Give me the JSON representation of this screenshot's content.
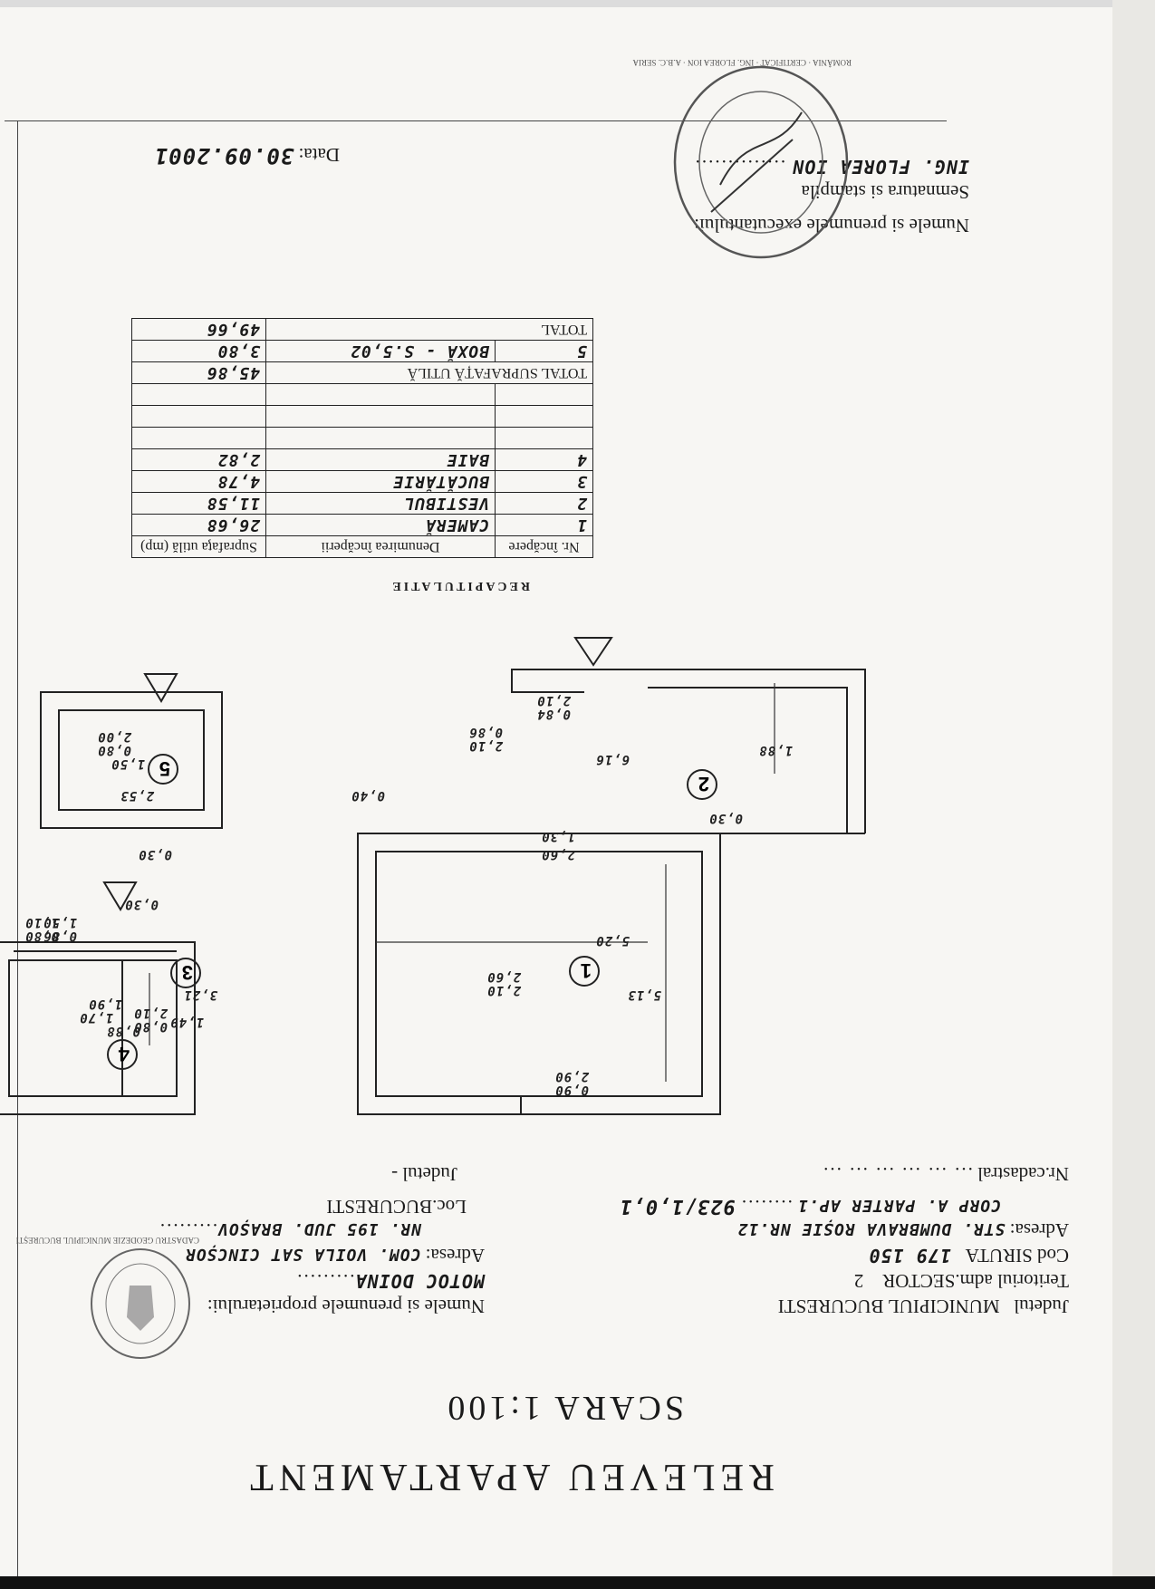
{
  "title": "RELEVEU APARTAMENT",
  "scale": "SCARA 1:100",
  "header": {
    "judet_label": "Judetul",
    "judet_value": "MUNICIPIUL BUCURESTI",
    "teritoriu_label": "Teritoriul adm.SECTOR",
    "teritoriu_value": "2",
    "siruta_label": "Cod SIRUTA",
    "siruta_value": "179 150",
    "adresa_label": "Adresa:",
    "adresa_line1": "STR. DUMBRAVA ROȘIE NR.12",
    "adresa_line2": "CORP A. PARTER AP.1",
    "adresa_line2_extra": "923/1,0,1",
    "loc_label": "Loc.BUCURESTI",
    "nr_cadastral_label": "Nr.cadastral",
    "judetul_label": "Judetul -",
    "proprietar_label": "Numele si prenumele proprietarului:",
    "proprietar_value": "MOTOC DOINA",
    "adresa_prop_label": "Adresa:",
    "adresa_prop_line1": "COM. VOILA SAT CINCȘOR",
    "adresa_prop_line2": "NR. 195 JUD. BRAȘOV"
  },
  "recap": {
    "title": "RECAPITULATIE",
    "col_nr": "Nr. încăpere",
    "col_denumire": "Denumirea încăperii",
    "col_suprafata": "Suprafaţa utilă (mp)",
    "rows": [
      {
        "nr": "1",
        "name": "CAMERĂ",
        "area": "26,68"
      },
      {
        "nr": "2",
        "name": "VESTIBUL",
        "area": "11,58"
      },
      {
        "nr": "3",
        "name": "BUCĂTĂRIE",
        "area": "4,78"
      },
      {
        "nr": "4",
        "name": "BAIE",
        "area": "2,82"
      },
      {
        "nr": "",
        "name": "",
        "area": ""
      },
      {
        "nr": "",
        "name": "",
        "area": ""
      }
    ],
    "total_util_label": "TOTAL SUPRAFAȚĂ UTILĂ",
    "total_util_value": "45,86",
    "boxa_nr": "5",
    "boxa_name": "BOXĂ - S.5,02",
    "boxa_area": "3,80",
    "total_label": "TOTAL",
    "total_value": "49,66"
  },
  "footer": {
    "executant_label": "Numele si prenumele executantului:",
    "executant_value": "ING. FLOREA ION",
    "semnatura_label": "Semnatura si stampila",
    "data_label": "Data:",
    "data_value": "30.09.2001"
  },
  "stamps": {
    "stamp_top": "ROMÂNIA · CERTIFICAT · ING. FLOREA ION · A.B.C. SERIA",
    "stamp_bottom": "CADASTRU GEODEZIE MUNICIPIUL BUCUREȘTI"
  },
  "plan": {
    "rooms": [
      "1",
      "2",
      "3",
      "4",
      "5"
    ],
    "dims": [
      "5,20",
      "5,13",
      "0,90",
      "2,90",
      "2,10",
      "2,60",
      "1,30",
      "2,60",
      "0,40",
      "0,30",
      "6,16",
      "1,88",
      "0,86",
      "2,10",
      "0,84",
      "2,10",
      "3,21",
      "1,49",
      "0,80",
      "2,10",
      "0,88",
      "1,90",
      "1,70",
      "0,86",
      "1,50",
      "0,80",
      "1,10",
      "0,30",
      "2,53",
      "1,50",
      "0,80",
      "2,00",
      "0,30"
    ]
  }
}
